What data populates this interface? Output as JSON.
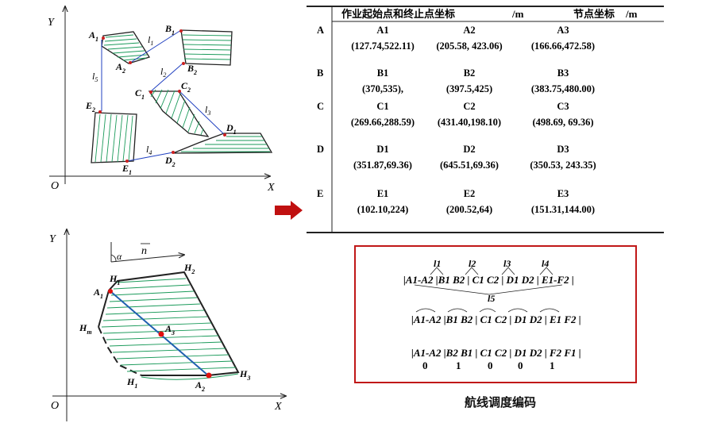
{
  "top_diagram": {
    "axis_y": "Y",
    "axis_x": "X",
    "origin": "O",
    "points": {
      "A1": {
        "base": "A",
        "sub": "1"
      },
      "A2": {
        "base": "A",
        "sub": "2"
      },
      "B1": {
        "base": "B",
        "sub": "1"
      },
      "B2": {
        "base": "B",
        "sub": "2"
      },
      "C1": {
        "base": "C",
        "sub": "1"
      },
      "C2": {
        "base": "C",
        "sub": "2"
      },
      "D1": {
        "base": "D",
        "sub": "1"
      },
      "D2": {
        "base": "D",
        "sub": "2"
      },
      "E1": {
        "base": "E",
        "sub": "1"
      },
      "E2": {
        "base": "E",
        "sub": "2"
      }
    },
    "lines": {
      "l1": {
        "base": "l",
        "sub": "1"
      },
      "l2": {
        "base": "l",
        "sub": "2"
      },
      "l3": {
        "base": "l",
        "sub": "3"
      },
      "l4": {
        "base": "l",
        "sub": "4"
      },
      "l5": {
        "base": "l",
        "sub": "5"
      }
    }
  },
  "bottom_diagram": {
    "axis_y": "Y",
    "axis_x": "X",
    "origin": "O",
    "alpha": "α",
    "vector": "n",
    "points": {
      "H1_top": {
        "base": "H",
        "sub": "1"
      },
      "H2": {
        "base": "H",
        "sub": "2"
      },
      "A1": {
        "base": "A",
        "sub": "1"
      },
      "Hm": {
        "base": "H",
        "sub": "m"
      },
      "A3": {
        "base": "A",
        "sub": "3"
      },
      "H1_bottom": {
        "base": "H",
        "sub": "1"
      },
      "A2": {
        "base": "A",
        "sub": "2"
      },
      "H3": {
        "base": "H",
        "sub": "3"
      }
    }
  },
  "table": {
    "headers": [
      "作业起始点和终止点坐标",
      "/m",
      "节点坐标",
      "/m"
    ],
    "rows": [
      {
        "label": "A",
        "names": [
          "A1",
          "A2",
          "A3"
        ],
        "coords": [
          "(127.74,522.11)",
          "(205.58, 423.06)",
          "(166.66,472.58)"
        ]
      },
      {
        "label": "B",
        "names": [
          "B1",
          "B2",
          "B3"
        ],
        "coords": [
          "(370,535),",
          "(397.5,425)",
          "(383.75,480.00)"
        ]
      },
      {
        "label": "C",
        "names": [
          "C1",
          "C2",
          "C3"
        ],
        "coords": [
          "(269.66,288.59)",
          "(431.40,198.10)",
          "(498.69, 69.36)"
        ]
      },
      {
        "label": "D",
        "names": [
          "D1",
          "D2",
          "D3"
        ],
        "coords": [
          "(351.87,69.36)",
          "(645.51,69.36)",
          "(350.53, 243.35)"
        ]
      },
      {
        "label": "E",
        "names": [
          "E1",
          "E2",
          "E3"
        ],
        "coords": [
          "(102.10,224)",
          "(200.52,64)",
          "(151.31,144.00)"
        ]
      }
    ]
  },
  "coding": {
    "top_labels": [
      "l1",
      "l2",
      "l3",
      "l4"
    ],
    "row1": "|A1-A2 |B1 B2 | C1 C2 | D1 D2 | E1-F2 |",
    "l5_label": "l5",
    "row2": "|A1-A2 |B1 B2 | C1 C2 | D1 D2 | E1 F2 |",
    "row3": "|A1-A2 |B2 B1 | C1 C2 | D1 D2 | F2 F1 |",
    "bits": [
      "0",
      "1",
      "0",
      "0",
      "1"
    ],
    "caption": "航线调度编码"
  },
  "colors": {
    "hatch": "#1a9a5a",
    "route": "#2040c0",
    "point": "#cc2020",
    "frame": "#c01818",
    "arrow": "#c01010"
  }
}
